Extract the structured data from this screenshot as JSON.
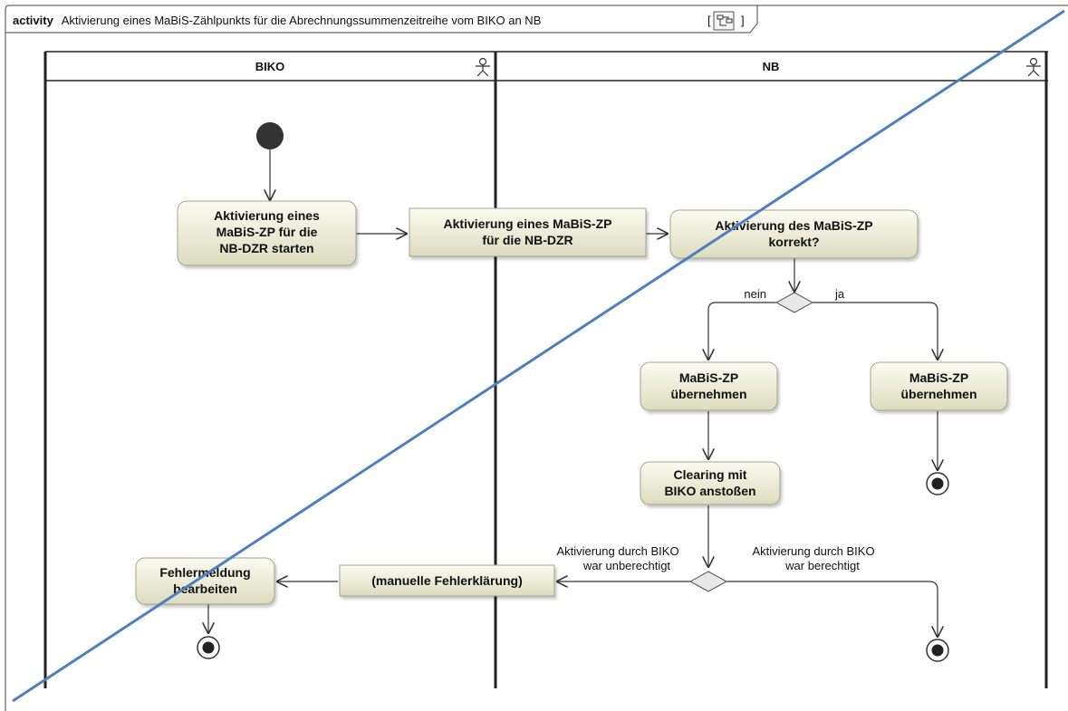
{
  "frame": {
    "keyword": "activity",
    "title": "Aktivierung eines MaBiS-Zählpunkts für die Abrechnungssummenzeitreihe vom BIKO an NB",
    "bracket_open": "[",
    "bracket_close": "]",
    "icon": "diagram-icon"
  },
  "lanes": [
    {
      "name": "BIKO",
      "icon": "actor-icon"
    },
    {
      "name": "NB",
      "icon": "actor-icon"
    }
  ],
  "actions": {
    "start_activation": [
      "Aktivierung eines",
      "MaBiS-ZP für die",
      "NB-DZR starten"
    ],
    "activation_signal": [
      "Aktivierung eines MaBiS-ZP",
      "für die NB-DZR"
    ],
    "check_correct": [
      "Aktivierung des MaBiS-ZP",
      "korrekt?"
    ],
    "adopt_no": [
      "MaBiS-ZP",
      "übernehmen"
    ],
    "adopt_yes": [
      "MaBiS-ZP",
      "übernehmen"
    ],
    "clearing": [
      "Clearing mit",
      "BIKO anstoßen"
    ],
    "manual_clarification": [
      "(manuelle Fehlerklärung)"
    ],
    "error_handling": [
      "Fehlermeldung",
      "bearbeiten"
    ]
  },
  "guards": {
    "no": "nein",
    "yes": "ja",
    "unjustified": [
      "Aktivierung durch BIKO",
      "war unberechtigt"
    ],
    "justified": [
      "Aktivierung durch BIKO",
      "war berechtigt"
    ]
  },
  "colors": {
    "action_fill_top": "#fbfbf1",
    "action_fill_bottom": "#dcdcbf",
    "action_stroke": "#a4a48a",
    "lane_border": "#222222",
    "overlay_line": "#4f7fbf"
  }
}
